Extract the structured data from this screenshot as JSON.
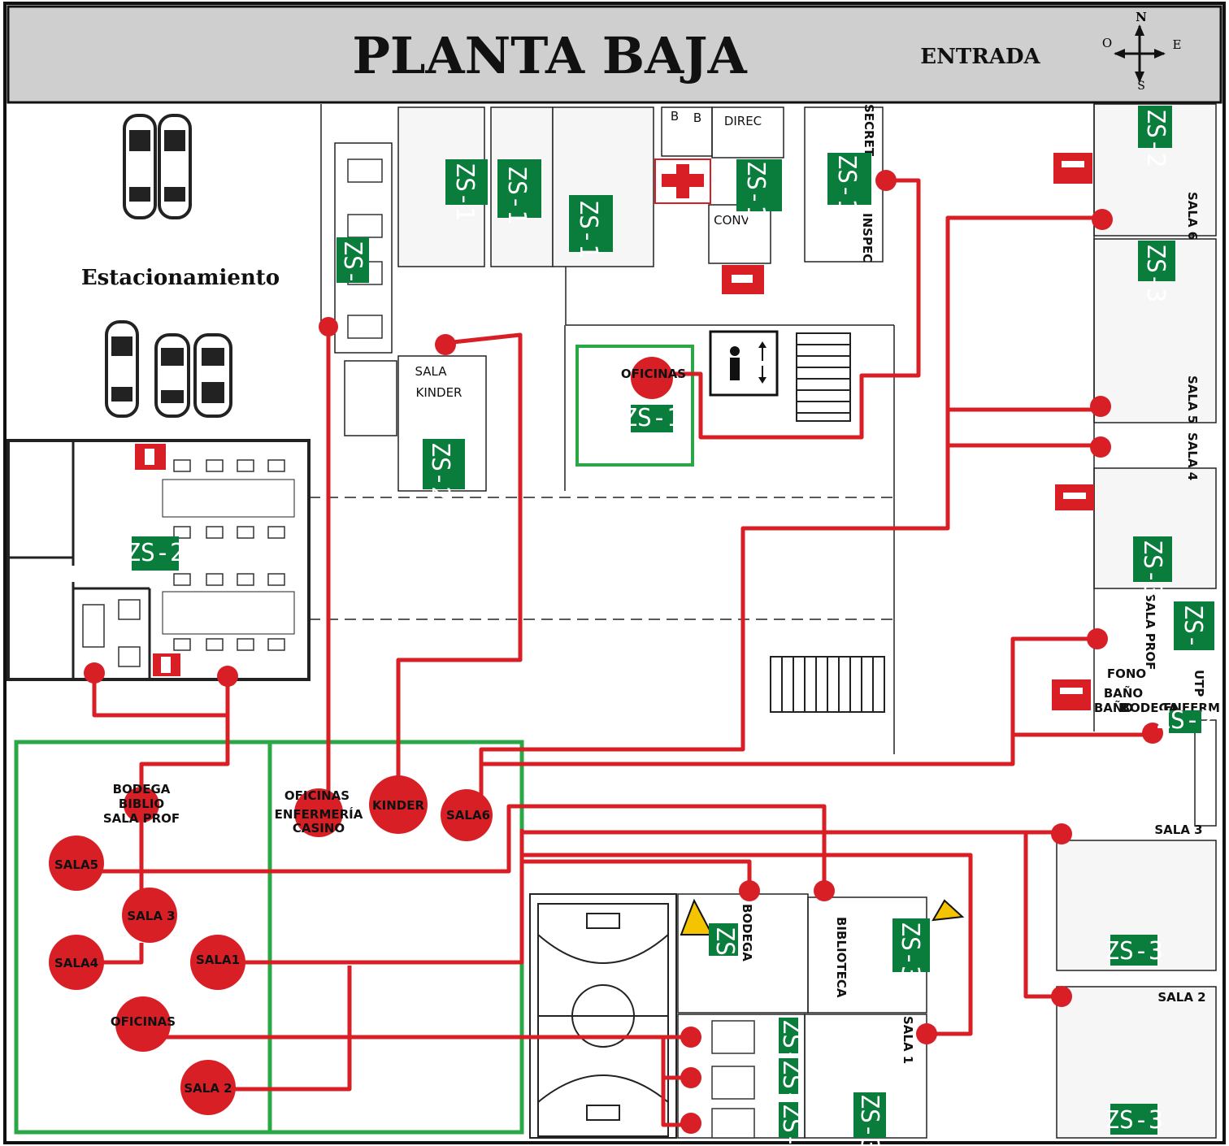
{
  "title": "PLANTA BAJA",
  "entrance_label": "ENTRADA",
  "compass": {
    "n": "N",
    "s": "S",
    "e": "E",
    "w": "O"
  },
  "parking_label": "Estacionamiento",
  "colors": {
    "route": "#d81f26",
    "zone_box": "#2aa845",
    "zone_tag": "#0a7d3c",
    "header_bg": "#cfcfcf"
  },
  "zone_tags": {
    "zs1": "ZS-1",
    "zs2": "ZS-2",
    "zs3": "ZS-3"
  },
  "rooms": {
    "direc": "DIREC",
    "conv": "CONV",
    "secret": "SECRET",
    "inspec": "INSPEC",
    "sala_kinder_1": "SALA",
    "sala_kinder_2": "KINDER",
    "sala6": "SALA 6",
    "sala5": "SALA 5",
    "sala4": "SALA 4",
    "sala3": "SALA 3",
    "sala2": "SALA 2",
    "sala1": "SALA 1",
    "sala_prof": "SALA PROF",
    "fono": "FONO",
    "utp": "UTP",
    "bano": "BAÑO",
    "bano2": "BAÑO",
    "bodega_small": "BODEGA",
    "enferm": "ENFERM",
    "bodega": "BODEGA",
    "biblioteca": "BIBLIOTECA",
    "oficinas_marker": "OFICINAS",
    "b1": "B",
    "b2": "B"
  },
  "assembly_points": {
    "bodega_biblio": [
      "BODEGA",
      "BIBLIO",
      "SALA PROF"
    ],
    "oficinas_enf": [
      "OFICINAS",
      "ENFERMERÍA",
      "CASINO"
    ],
    "kinder": "KINDER",
    "sala6": "SALA6",
    "sala5": "SALA5",
    "sala3": "SALA 3",
    "sala4": "SALA4",
    "sala1": "SALA1",
    "oficinas": "OFICINAS",
    "sala2": "SALA 2"
  }
}
